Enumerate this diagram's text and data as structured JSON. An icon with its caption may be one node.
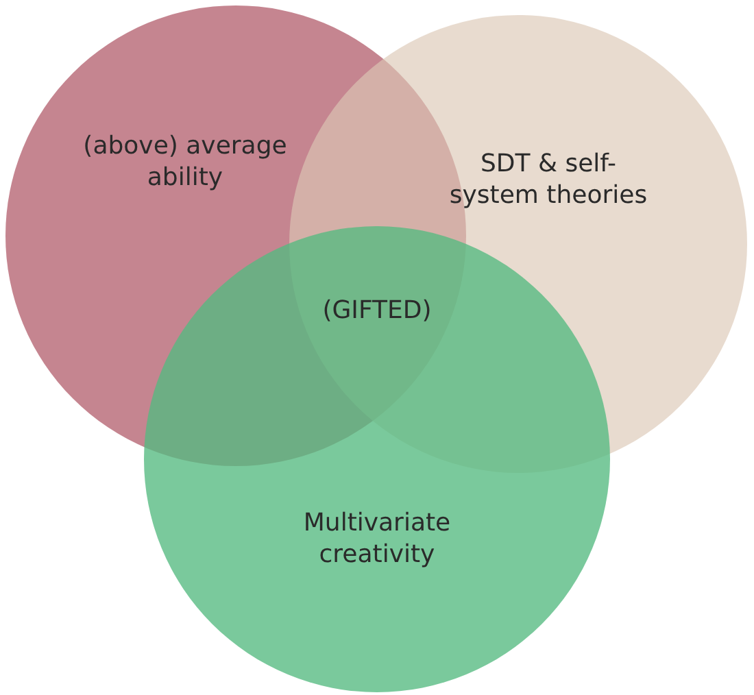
{
  "diagram": {
    "nodes": [
      {
        "text": [
          "(above) average ability"
        ]
      },
      {
        "text": [
          "SDT & self-system theories"
        ]
      },
      {
        "text": [
          "Multivariate creativity"
        ]
      }
    ],
    "labels": [
      "(GIFTED)"
    ]
  }
}
